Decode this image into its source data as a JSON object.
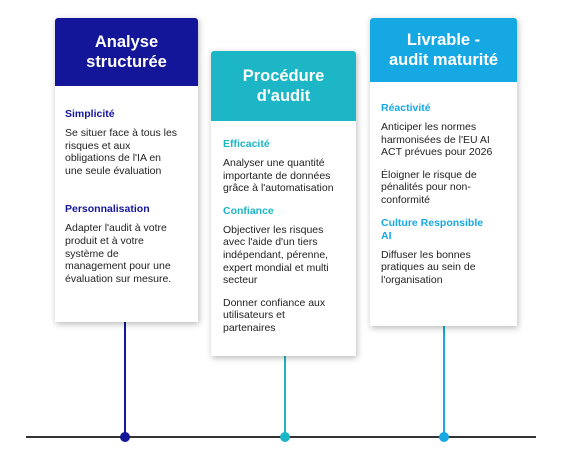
{
  "colors": {
    "navy": "#14169a",
    "teal": "#1cb6c6",
    "sky": "#16a8e3",
    "navy_title": "#14169a",
    "teal_title": "#1cb6c6",
    "sky_title": "#16a8e3"
  },
  "cards": [
    {
      "title": "Analyse\nstructurée",
      "sections": [
        {
          "title": "Simplicité",
          "paras": [
            "Se situer face à tous les\nrisques et aux\nobligations de l'IA en\nune seule évaluation"
          ]
        },
        {
          "title": "Personnalisation",
          "paras": [
            "Adapter l'audit à votre\nproduit et à votre\nsystème de\nmanagement pour une\névaluation sur mesure."
          ]
        }
      ]
    },
    {
      "title": "Procédure\nd'audit",
      "sections": [
        {
          "title": "Efficacité",
          "paras": [
            "Analyser une quantité\nimportante de données\ngrâce à l'automatisation"
          ]
        },
        {
          "title": "Confiance",
          "paras": [
            "Objectiver les risques\navec l'aide d'un tiers\nindépendant, pérenne,\nexpert mondial et multi\nsecteur",
            "Donner confiance aux\nutilisateurs et\npartenaires"
          ]
        }
      ]
    },
    {
      "title": "Livrable -\naudit maturité",
      "sections": [
        {
          "title": "Réactivité",
          "paras": [
            "Anticiper les normes\nharmonisées de l'EU AI\nACT prévues pour 2026",
            "Éloigner le risque de\npénalités pour non-\nconformité"
          ]
        },
        {
          "title": "Culture Responsible\nAI",
          "paras": [
            "Diffuser les bonnes\npratiques au sein de\nl'organisation"
          ]
        }
      ]
    }
  ]
}
